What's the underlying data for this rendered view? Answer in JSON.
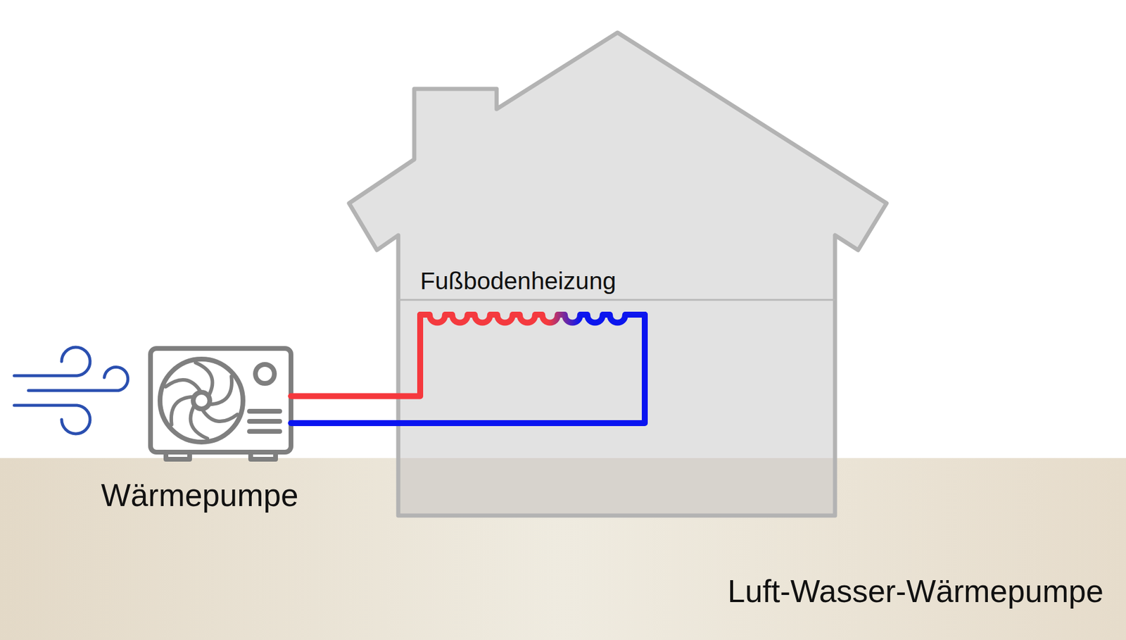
{
  "diagram": {
    "nodes": [
      {
        "text": [
          "Wärmepumpe"
        ]
      },
      {
        "text": [
          "Fußbodenheizung"
        ]
      }
    ],
    "edges": [
      {
        "from": 0,
        "to": 1,
        "arrow": "none"
      },
      {
        "from": 1,
        "to": 0,
        "arrow": "none"
      }
    ],
    "labels": [
      "Luft-Wasser-Wärmepumpe"
    ]
  }
}
